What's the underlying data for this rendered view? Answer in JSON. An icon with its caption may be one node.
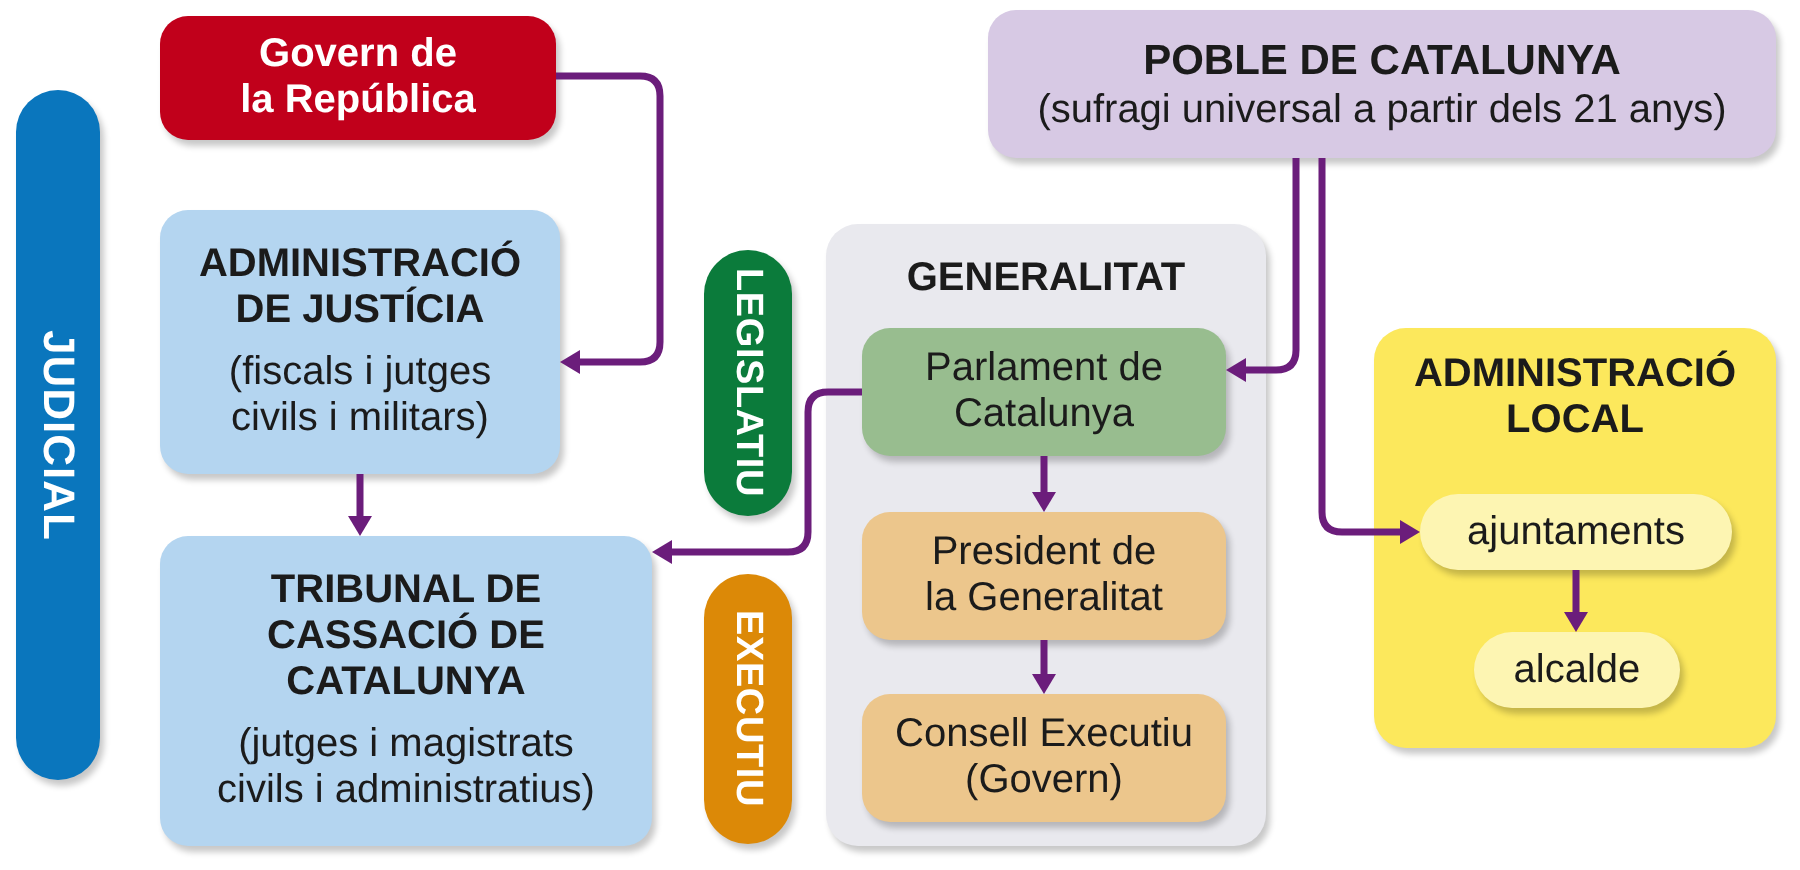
{
  "diagram": {
    "nodes": [
      {
        "text": [
          "JUDICIAL"
        ]
      },
      {
        "text": [
          "Govern de la República"
        ]
      },
      {
        "text": [
          "ADMINISTRACIÓ DE JUSTÍCIA",
          "(fiscals i jutges civils i militars)"
        ]
      },
      {
        "text": [
          "TRIBUNAL DE CASSACIÓ DE CATALUNYA",
          "(jutges i magistrats civils i administratius)"
        ]
      },
      {
        "text": [
          "LEGISLATIU"
        ]
      },
      {
        "text": [
          "EXECUTIU"
        ]
      },
      {
        "text": [
          "GENERALITAT"
        ]
      },
      {
        "text": [
          "Parlament de Catalunya"
        ],
        "in": 6
      },
      {
        "text": [
          "President de la Generalitat"
        ],
        "in": 6
      },
      {
        "text": [
          "Consell Executiu (Govern)"
        ],
        "in": 6
      },
      {
        "text": [
          "POBLE DE CATALUNYA",
          "(sufragi universal a partir dels 21 anys)"
        ]
      },
      {
        "text": [
          "ADMINISTRACIÓ LOCAL"
        ]
      },
      {
        "text": [
          "ajuntaments"
        ],
        "in": 11
      },
      {
        "text": [
          "alcalde"
        ],
        "in": 11
      }
    ],
    "edges": [
      {
        "from": 1,
        "to": 2,
        "arrow": "to"
      },
      {
        "from": 2,
        "to": 3,
        "arrow": "to"
      },
      {
        "from": 7,
        "to": 3,
        "arrow": "to"
      },
      {
        "from": 10,
        "to": 7,
        "arrow": "to"
      },
      {
        "from": 10,
        "to": 12,
        "arrow": "to"
      },
      {
        "from": 7,
        "to": 8,
        "arrow": "to"
      },
      {
        "from": 8,
        "to": 9,
        "arrow": "to"
      },
      {
        "from": 12,
        "to": 13,
        "arrow": "to"
      }
    ]
  }
}
